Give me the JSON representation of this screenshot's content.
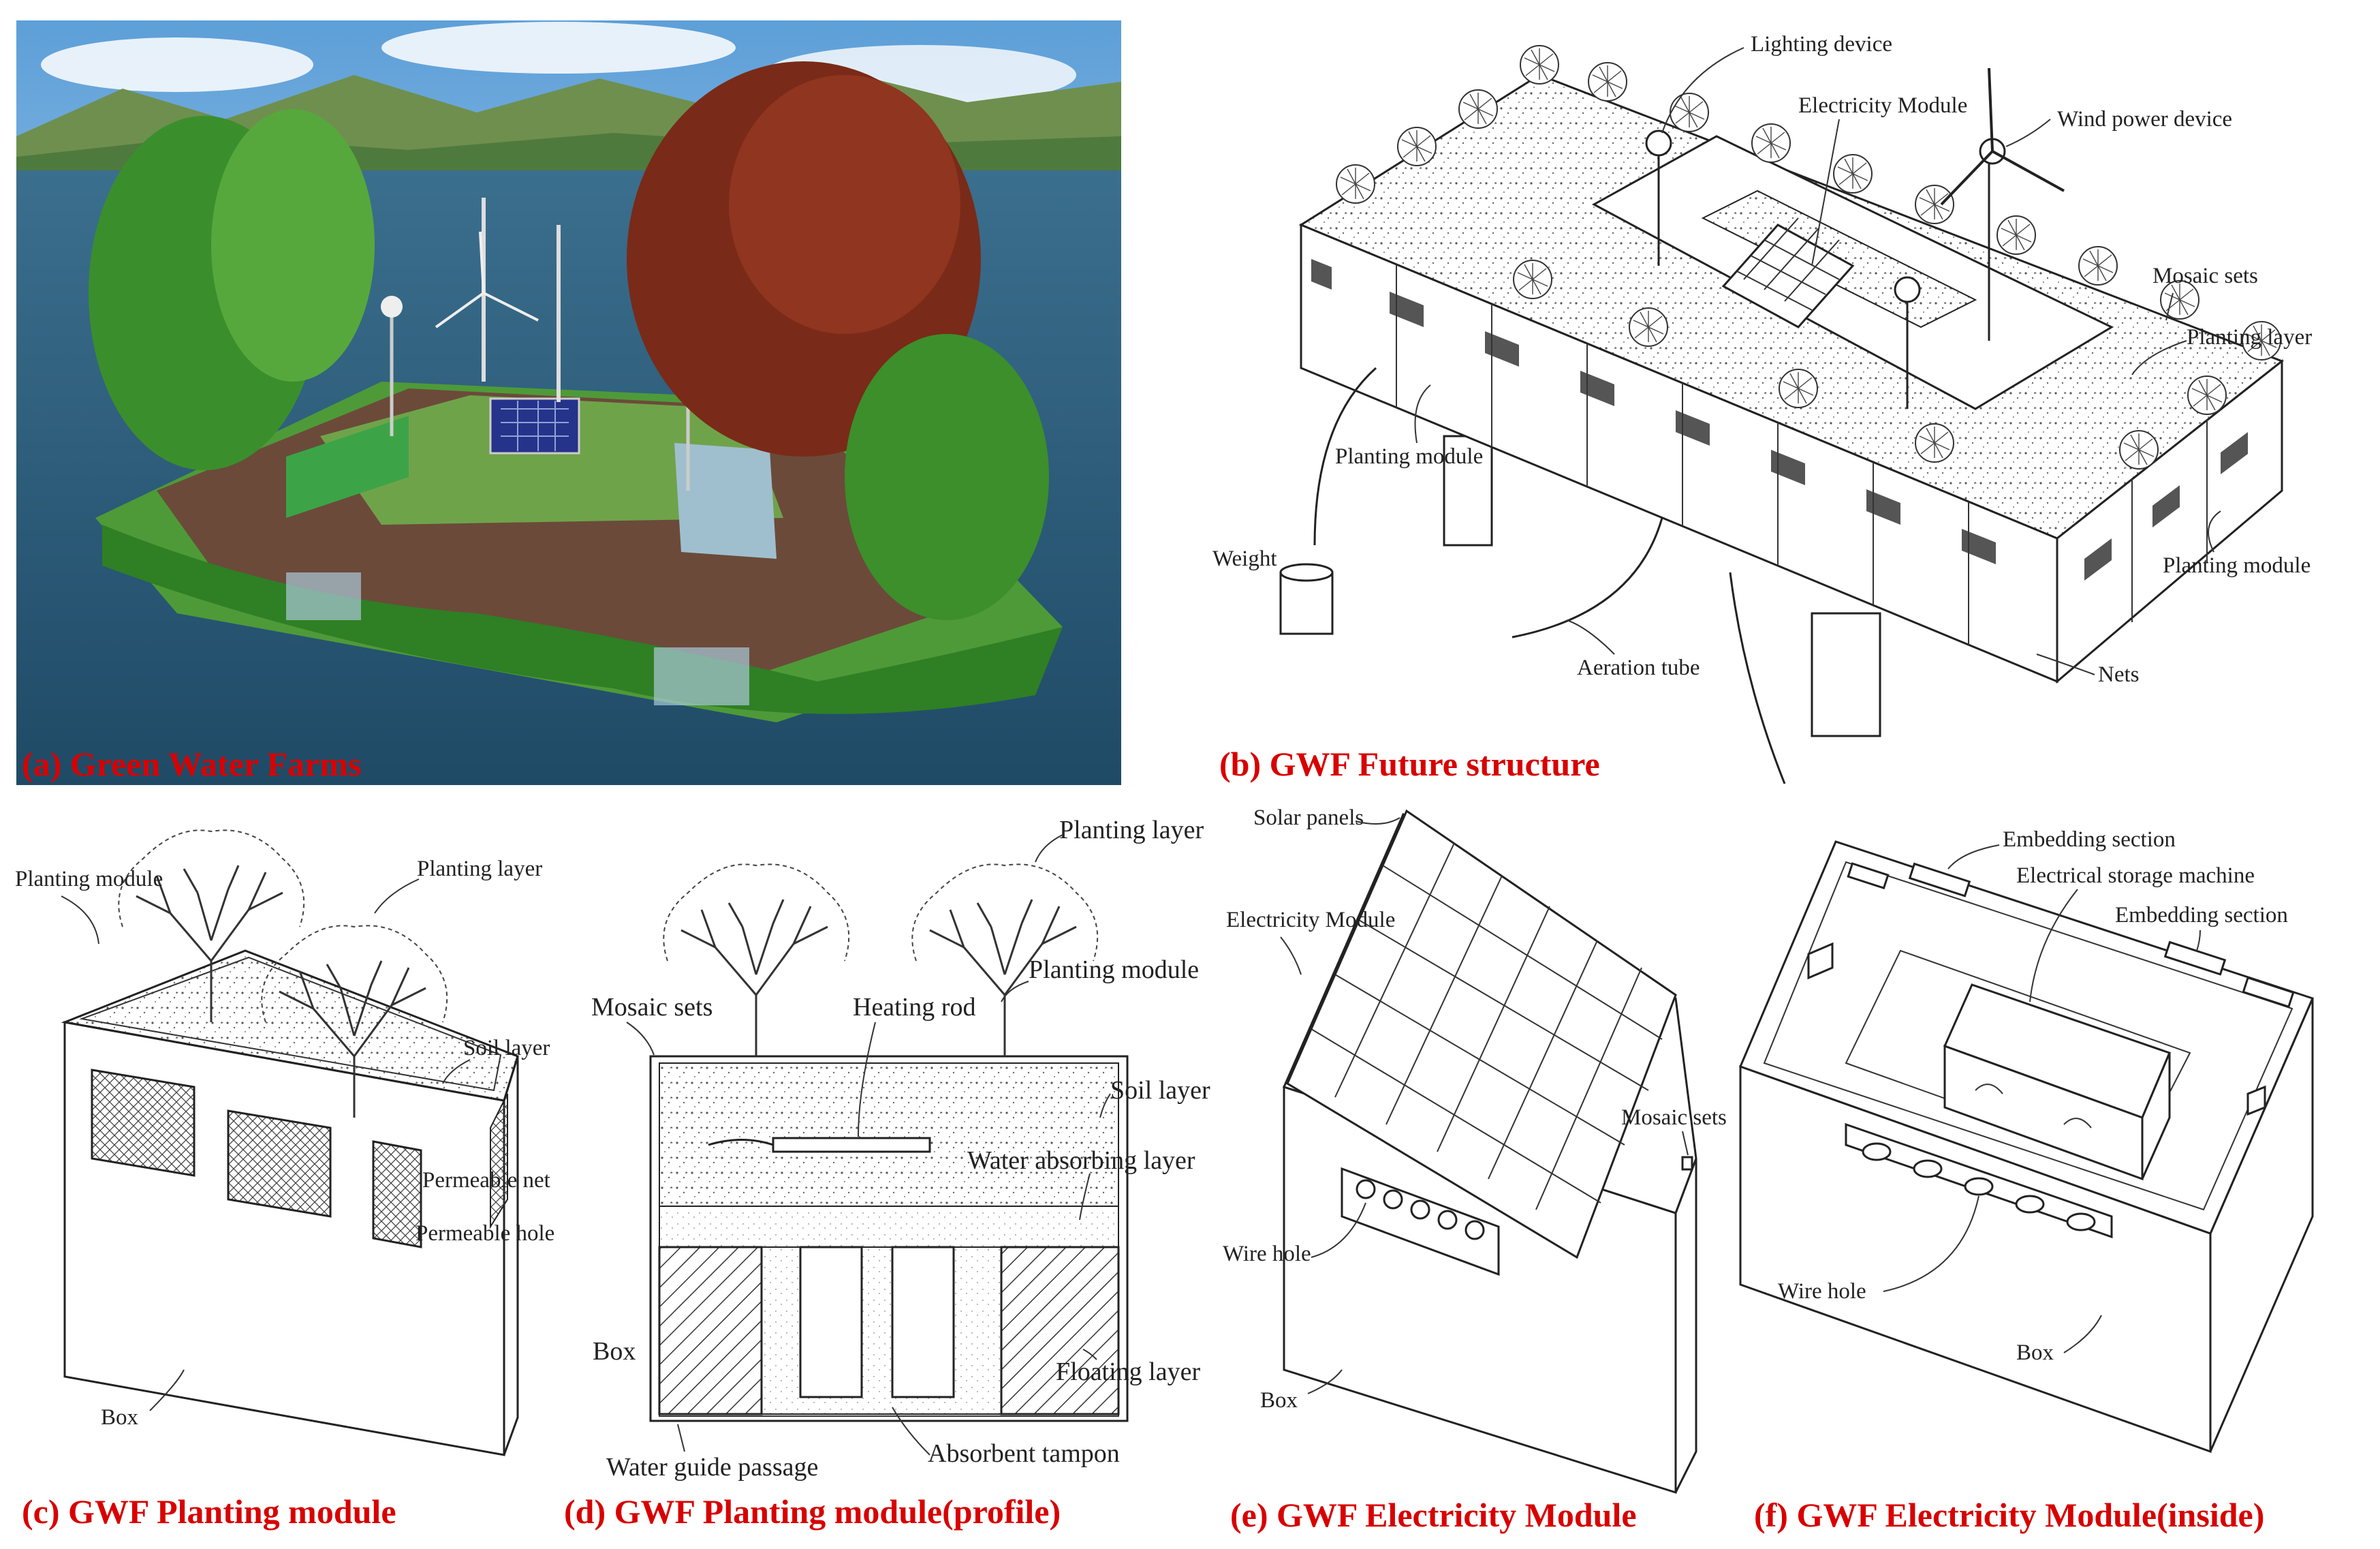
{
  "colors": {
    "caption": "#d80000",
    "line": "#222222",
    "water": "#3d6a86",
    "sky": "#8ec0e8",
    "foliage": "#3f8f2e",
    "maple": "#7a2a18"
  },
  "panels": {
    "a": {
      "caption": "(a) Green Water Farms"
    },
    "b": {
      "caption": "(b) GWF  Future  structure",
      "labels": {
        "lighting_device": "Lighting device",
        "electricity_module": "Electricity Module",
        "wind_power": "Wind power device",
        "mosaic_sets": "Mosaic sets",
        "planting_layer": "Planting layer",
        "planting_module_left": "Planting module",
        "planting_module_right": "Planting module",
        "weight": "Weight",
        "aeration_tube": "Aeration tube",
        "nets": "Nets"
      }
    },
    "c": {
      "caption": "(c) GWF  Planting  module",
      "labels": {
        "planting_module": "Planting module",
        "planting_layer": "Planting layer",
        "soil_layer": "Soil layer",
        "permeable_net": "Permeable net",
        "permeable_hole": "Permeable hole",
        "box": "Box"
      }
    },
    "d": {
      "caption": "(d) GWF  Planting  module(profile)",
      "labels": {
        "planting_layer": "Planting layer",
        "planting_module": "Planting module",
        "mosaic_sets": "Mosaic sets",
        "heating_rod": "Heating rod",
        "soil_layer": "Soil layer",
        "water_absorbing_layer": "Water absorbing layer",
        "box": "Box",
        "floating_layer": "Floating layer",
        "water_guide_passage": "Water guide passage",
        "absorbent_tampon": "Absorbent tampon"
      }
    },
    "e": {
      "caption": "(e) GWF Electricity  Module",
      "labels": {
        "solar_panels": "Solar panels",
        "electricity_module": "Electricity Module",
        "mosaic_sets": "Mosaic sets",
        "wire_hole": "Wire hole",
        "box": "Box"
      }
    },
    "f": {
      "caption": "(f) GWF Electricity  Module(inside)",
      "labels": {
        "embedding_section_top": "Embedding section",
        "electrical_storage": "Electrical storage machine",
        "embedding_section_right": "Embedding section",
        "wire_hole": "Wire hole",
        "box": "Box"
      }
    }
  }
}
